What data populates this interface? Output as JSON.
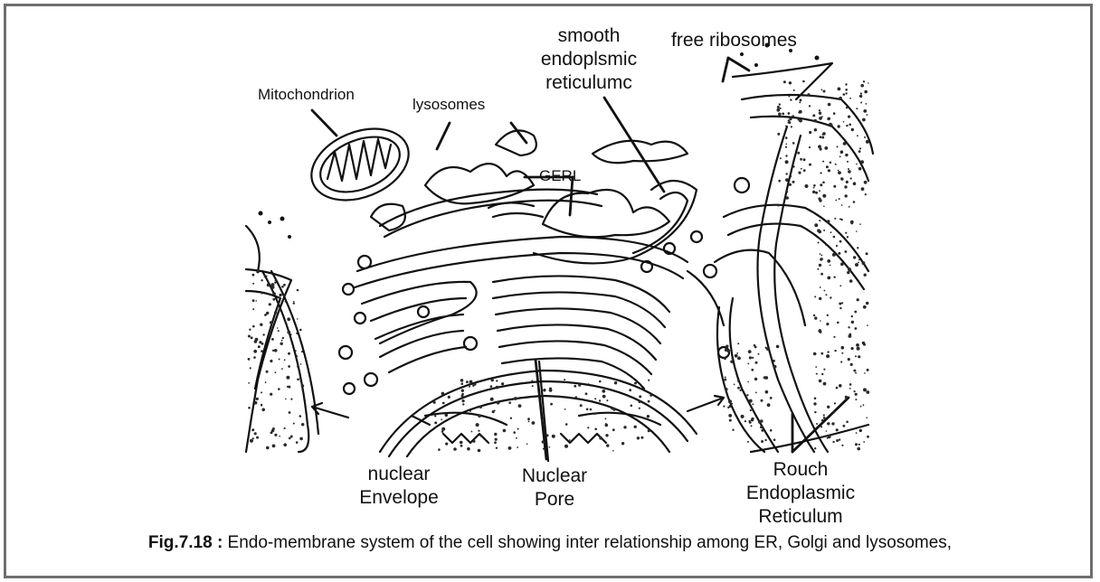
{
  "labels": {
    "smooth_er": [
      "smooth",
      "endoplsmic",
      "reticulumc"
    ],
    "free_ribosomes": "free ribosomes",
    "mitochondrion": "Mitochondrion",
    "lysosomes": "lysosomes",
    "gerl": "GERL",
    "nuclear_envelope": [
      "nuclear",
      "Envelope"
    ],
    "nuclear_pore": [
      "Nuclear",
      "Pore"
    ],
    "rough_er": [
      "Rouch",
      "Endoplasmic",
      "Reticulum"
    ]
  },
  "caption": {
    "figure_number": "Fig.7.18 :",
    "text": " Endo-membrane system of the cell showing inter relationship among ER, Golgi and lysosomes,"
  },
  "colors": {
    "ink": "#111111",
    "frame": "#6e6e6e",
    "stipple": "#2a2a2a"
  }
}
